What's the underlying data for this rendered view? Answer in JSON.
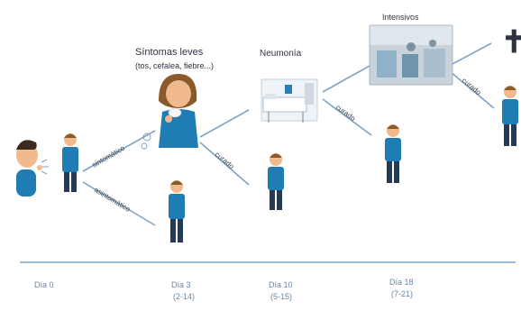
{
  "stages": {
    "mild": {
      "title": "Síntomas leves",
      "detail": "(tos, cefalea, fiebre...)"
    },
    "pneumonia": {
      "title": "Neumonía"
    },
    "icu": {
      "title": "Intensivos"
    },
    "death": {
      "symbol": "✝"
    }
  },
  "branches": {
    "symptomatic": "sintomático",
    "asymptomatic": "asintomático",
    "cured": "curado"
  },
  "timeline": [
    {
      "day": "Día 0",
      "range": ""
    },
    {
      "day": "Día 3",
      "range": "(2-14)"
    },
    {
      "day": "Día 10",
      "range": "(5-15)"
    },
    {
      "day": "Día 18",
      "range": "(7-21)"
    }
  ],
  "colors": {
    "line": "#7fa3c2",
    "shirt": "#1f7db3",
    "pants": "#243a55",
    "skin": "#f0b98e",
    "hair": "#8a5a2b"
  },
  "icons": [
    "person-icon",
    "sick-person-icon",
    "hospital-bed-icon",
    "icu-room-icon",
    "cross-icon",
    "virus-icon"
  ]
}
